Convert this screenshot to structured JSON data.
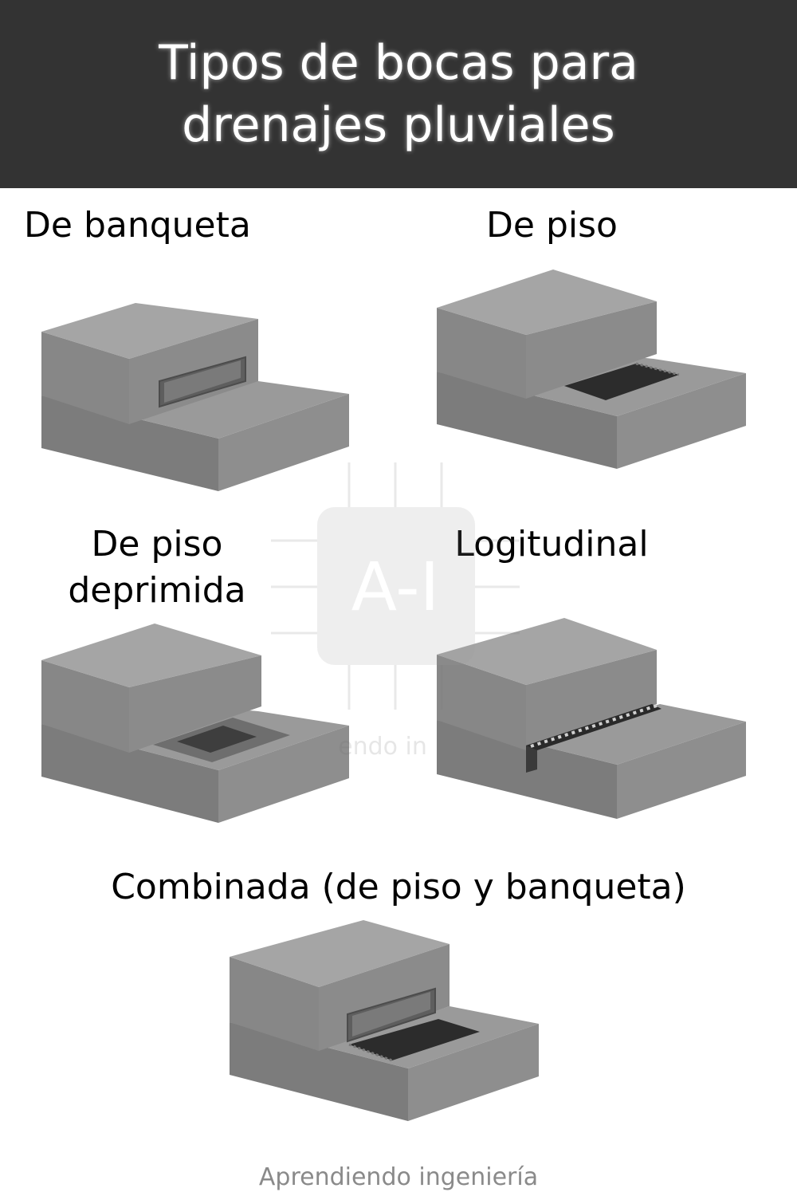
{
  "title": "Tipos de bocas para drenajes pluviales",
  "items": [
    {
      "label": "De banqueta",
      "icon": "curb-inlet-block"
    },
    {
      "label": "De piso",
      "icon": "grate-inlet-block"
    },
    {
      "label": "De piso deprimida",
      "icon": "depressed-grate-inlet-block"
    },
    {
      "label": "Logitudinal",
      "icon": "slotted-drain-block"
    },
    {
      "label": "Combinada (de piso y banqueta)",
      "icon": "combination-inlet-block"
    }
  ],
  "watermark": {
    "text": "A-I",
    "partial_text": "endo in"
  },
  "footer": "Aprendiendo ingeniería",
  "colors": {
    "header_bg": "#333333",
    "block_top": "#9b9b9b",
    "block_left": "#7b7b7b",
    "block_right": "#8a8a8a",
    "grate": "#2a2a2a"
  }
}
